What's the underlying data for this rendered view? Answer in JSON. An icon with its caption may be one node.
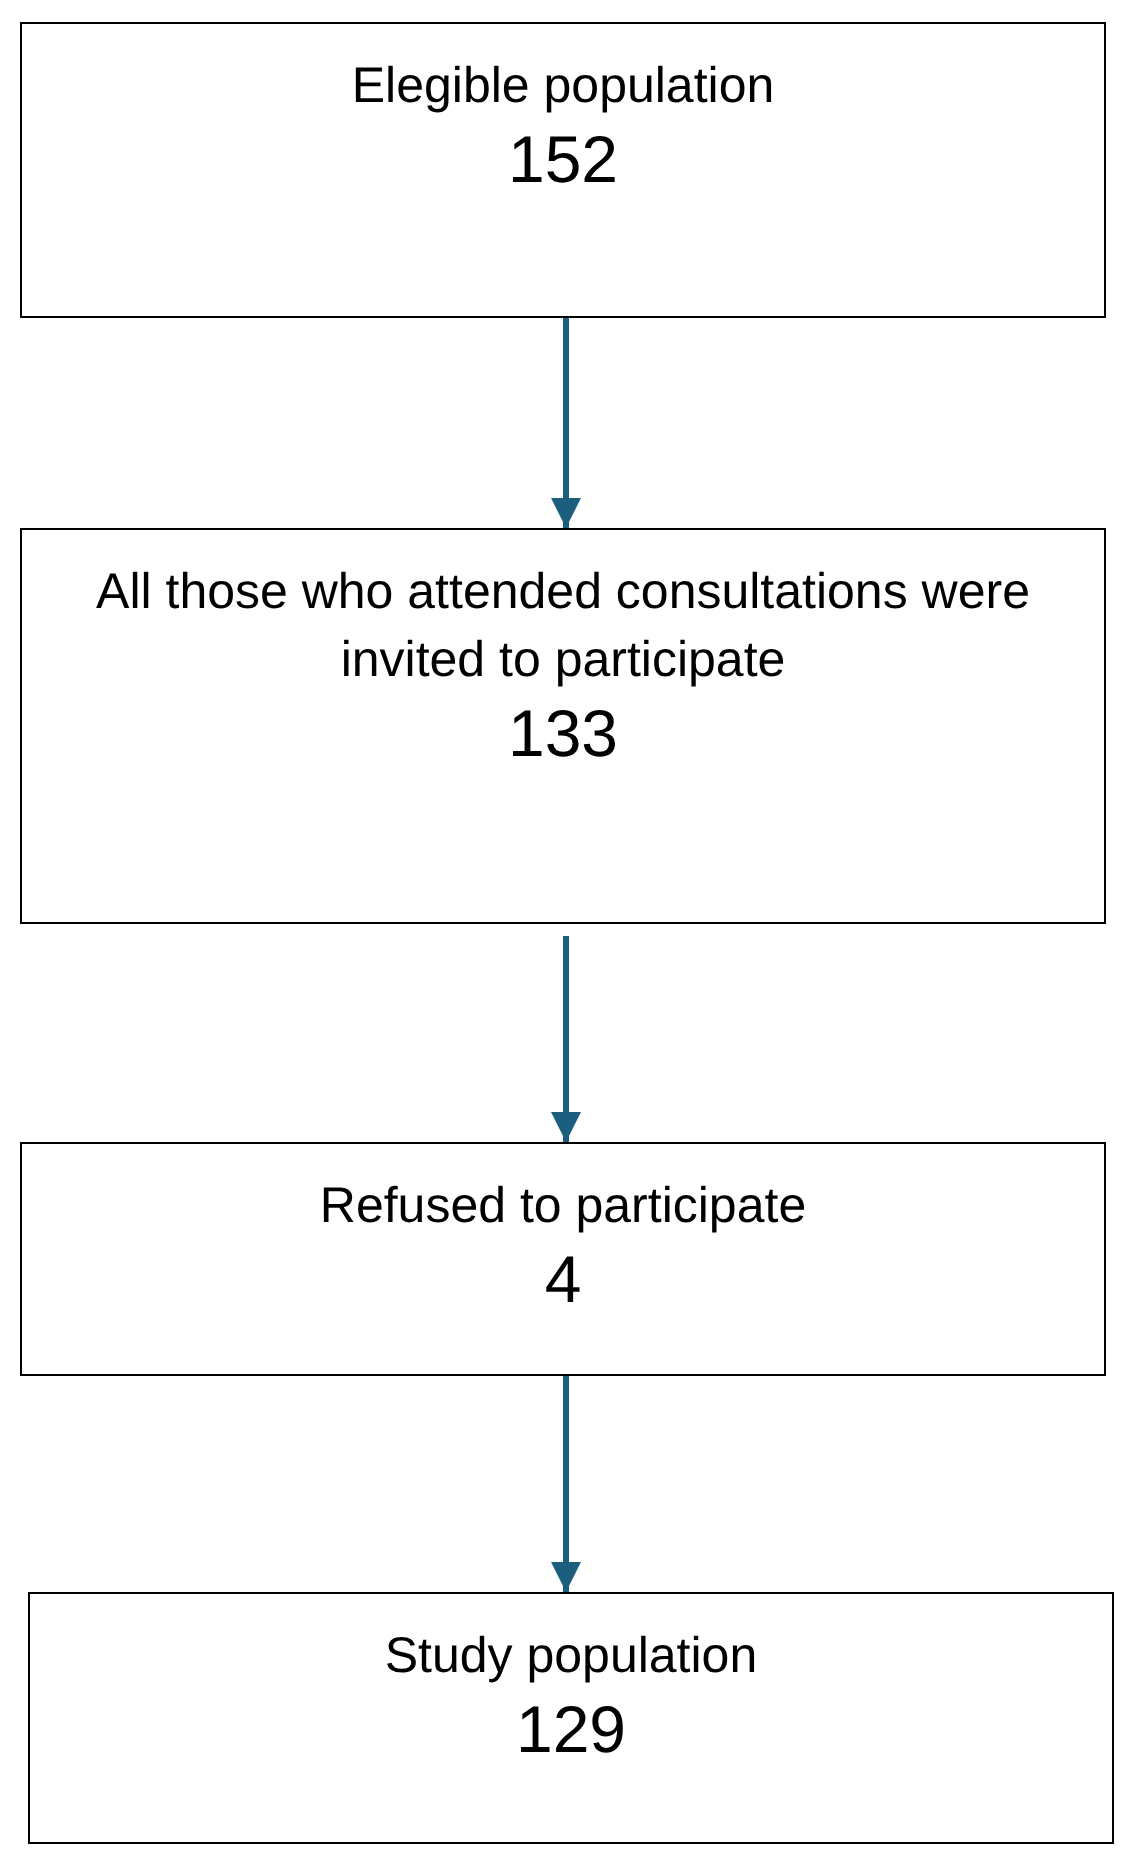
{
  "diagram": {
    "nodes": [
      {
        "text": [
          "Elegible population",
          "152"
        ]
      },
      {
        "text": [
          "All those who attended consultations were invited to participate",
          "133"
        ]
      },
      {
        "text": [
          "Refused to participate",
          "4"
        ]
      },
      {
        "text": [
          "Study population",
          "129"
        ]
      }
    ],
    "edges": [
      {
        "from": 0,
        "to": 1,
        "arrow": "to"
      },
      {
        "from": 1,
        "to": 2,
        "arrow": "to"
      },
      {
        "from": 2,
        "to": 3,
        "arrow": "to"
      }
    ]
  }
}
